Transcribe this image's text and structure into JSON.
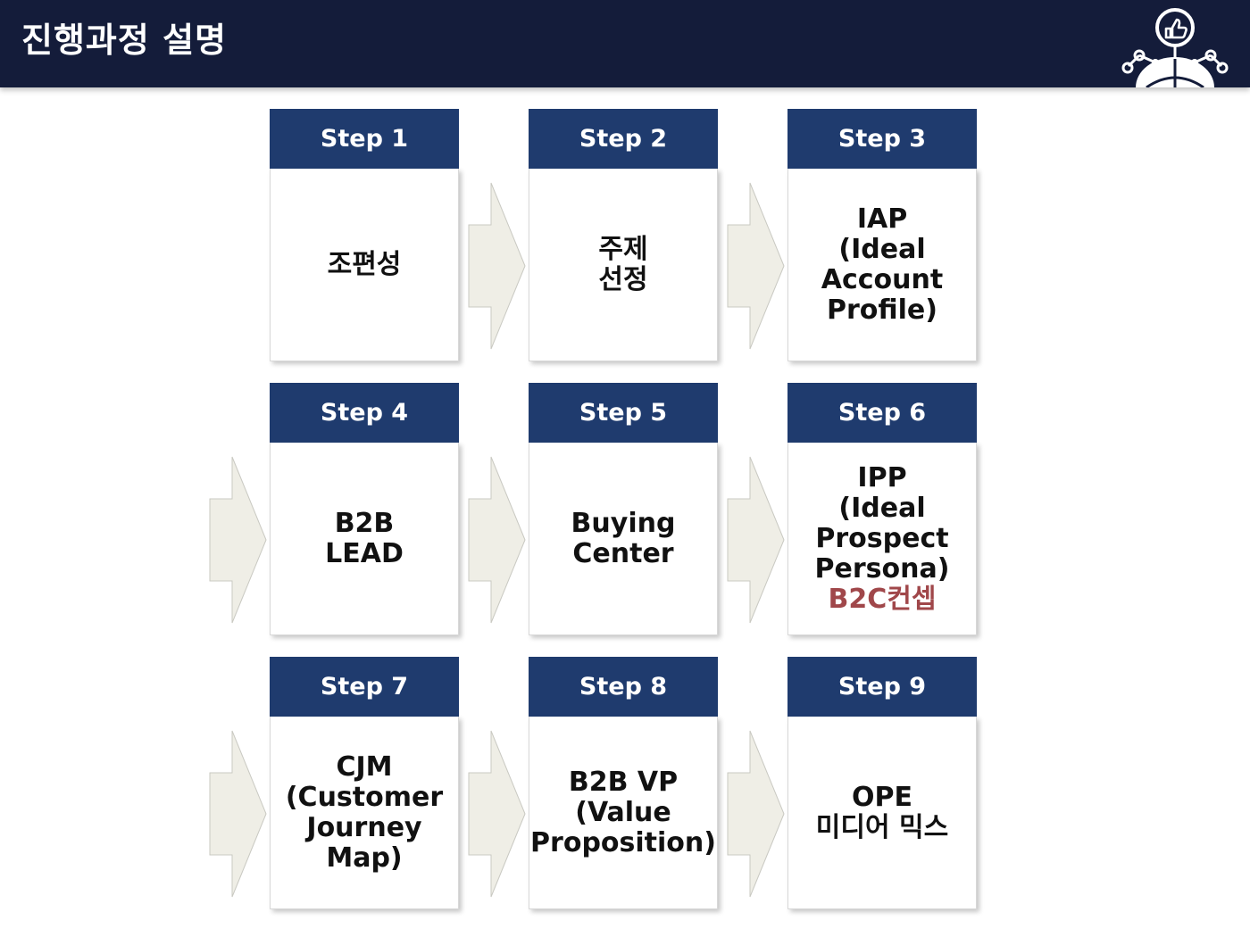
{
  "header": {
    "title": "진행과정 설명"
  },
  "colors": {
    "header_bg": "#141c3a",
    "step_header": "#1f3b6e",
    "arrow_fill": "#efeee6",
    "accent": "#a0474a"
  },
  "steps": [
    {
      "label": "Step 1",
      "lines": [
        "조편성"
      ]
    },
    {
      "label": "Step 2",
      "lines": [
        "주제",
        "선정"
      ]
    },
    {
      "label": "Step 3",
      "lines": [
        "IAP",
        "(Ideal",
        "Account",
        "Profile)"
      ]
    },
    {
      "label": "Step 4",
      "lines": [
        "B2B",
        "LEAD"
      ]
    },
    {
      "label": "Step 5",
      "lines": [
        "Buying",
        "Center"
      ]
    },
    {
      "label": "Step 6",
      "lines": [
        "IPP",
        "(Ideal",
        "Prospect",
        "Persona)"
      ],
      "accent": "B2C컨셉"
    },
    {
      "label": "Step 7",
      "lines": [
        "CJM",
        "(Customer",
        "Journey",
        "Map)"
      ]
    },
    {
      "label": "Step 8",
      "lines": [
        "B2B VP",
        "(Value",
        "Proposition)"
      ]
    },
    {
      "label": "Step 9",
      "lines": [
        "OPE",
        "미디어 믹스"
      ]
    }
  ]
}
